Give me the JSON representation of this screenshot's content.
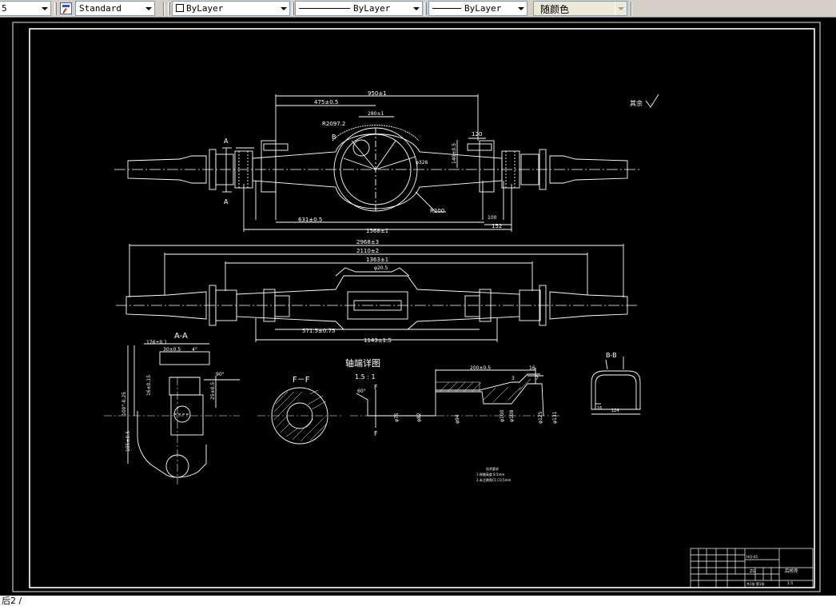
{
  "toolbar": {
    "scale_value": "5",
    "text_style": "Standard",
    "layer_value": "ByLayer",
    "linetype_value": "ByLayer",
    "lineweight_value": "ByLayer",
    "color_value": "随颜色"
  },
  "drawing": {
    "view_top": {
      "dim_overall": "950±1",
      "dim_left": "475±0.5",
      "dim_center": "280±1",
      "dim_r_top": "R2097.2",
      "dim_right_flange": "120",
      "dim_height": "140±0.5",
      "dim_bore": "φ326",
      "dim_bottom_left": "631±0.5",
      "dim_bottom_total": "1568±1",
      "dim_bottom_right": "152",
      "dim_r_bottom": "R200",
      "dim_small_right": "100",
      "section_a_top": "A",
      "section_a_bottom": "A",
      "label_b": "B"
    },
    "roughness_note": "其余",
    "view_mid": {
      "dim_total": "2968±3",
      "dim_second": "2110±2",
      "dim_third": "1363±1",
      "dim_small": "φ20.5",
      "dim_inner": "571.5±0.75",
      "dim_bottom": "1143±1.5"
    },
    "view_aa": {
      "title": "A-A",
      "dim_top": "176±0.1",
      "dim_top2": "30±0.5",
      "dim_angle": "4°",
      "dim_90": "90°",
      "dim_left": "100°-0.25",
      "dim_left2": "16±0.15",
      "dim_bottom_left": "185±0.5",
      "dim_right": "25±0.5"
    },
    "view_ff": {
      "title": "F－F"
    },
    "detail": {
      "title": "轴端详图",
      "scale": "1.5 : 1",
      "dim_top": "200±0.5",
      "dim_16": "16",
      "dim_7": "7",
      "dim_3": "3",
      "chamfer": "60°",
      "label_f_top": "F",
      "label_f_bottom": "F",
      "dim_d1": "φ75",
      "dim_d2": "φ82",
      "dim_d3": "φ94",
      "dim_d4": "φ100",
      "dim_d5": "φ108",
      "dim_d6": "φ125",
      "dim_d7": "φ131"
    },
    "view_bb": {
      "title": "B-B",
      "dim_left": "16",
      "dim_bottom": "124"
    },
    "tech_notes": {
      "title": "技术要求",
      "line1": "1.焊缝高度 8.5mm",
      "line2": "2.未注倒角C1 C0.5mm"
    },
    "title_block": {
      "part_title": "后桥壳",
      "drawing_no": "HQ-01",
      "scale": "1:5",
      "sheet": "共1张 第1张",
      "material": "ZG"
    }
  },
  "command_line": {
    "text": "后2 /"
  },
  "colors": {
    "toolbar_bg": "#d4d0c8",
    "drawing_bg": "#000000",
    "line_color": "#ffffff"
  }
}
